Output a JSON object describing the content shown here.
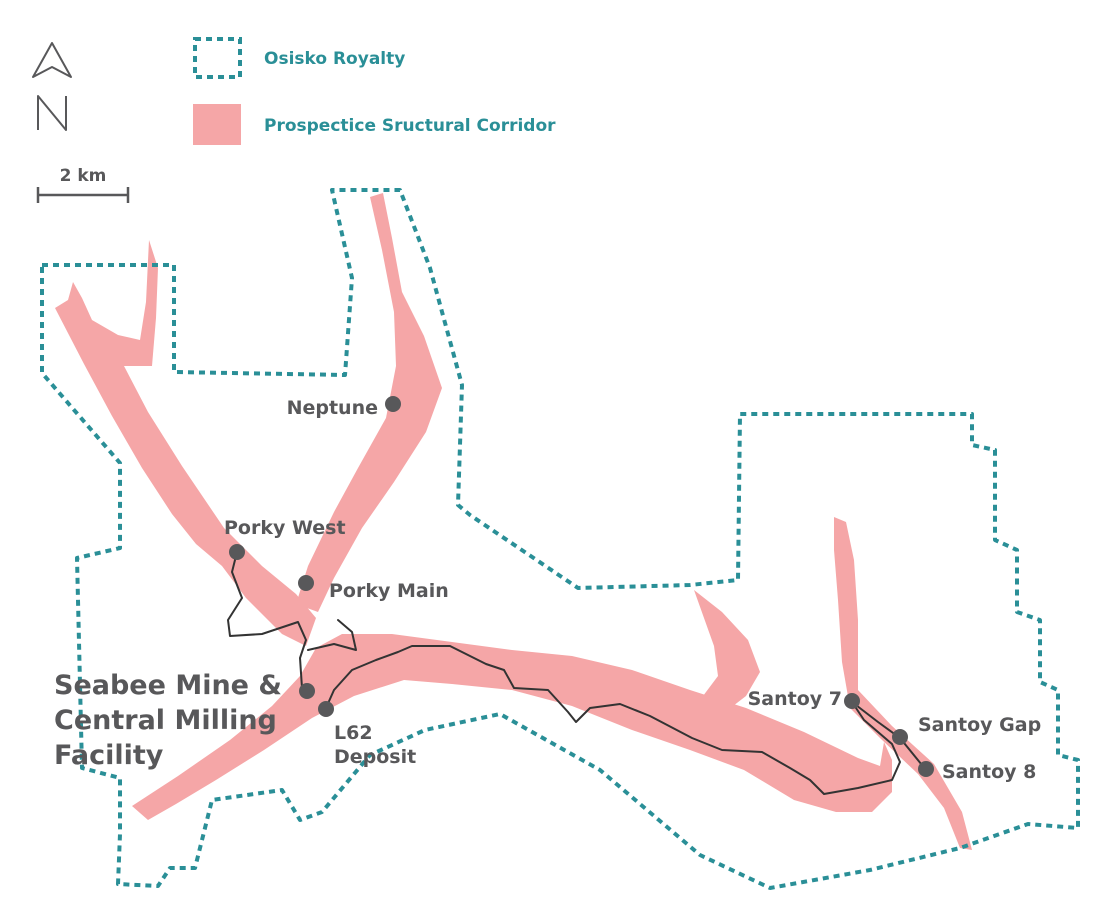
{
  "legend": {
    "royalty_label": "Osisko Royalty",
    "corridor_label": "Prospectice Sructural Corridor"
  },
  "scale_bar": {
    "label": "2 km"
  },
  "north_arrow": {
    "label": "N"
  },
  "sites": {
    "neptune": "Neptune",
    "porky_west": "Porky West",
    "porky_main": "Porky Main",
    "seabee_line1": "Seabee Mine &",
    "seabee_line2": "Central Milling",
    "seabee_line3": "Facility",
    "l62_line1": "L62",
    "l62_line2": "Deposit",
    "santoy7": "Santoy 7",
    "santoy_gap": "Santoy Gap",
    "santoy8": "Santoy 8"
  },
  "colors": {
    "royalty_boundary": "#2a8f97",
    "corridor_fill": "#f5a6a7",
    "road": "#333333",
    "site_dot": "#58585a",
    "label": "#58585a"
  }
}
